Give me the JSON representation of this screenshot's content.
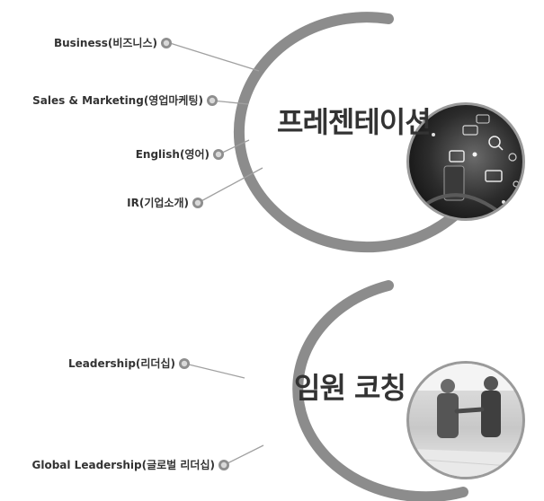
{
  "sections": [
    {
      "title": "프레젠테이션",
      "items": [
        "Business(비즈니스)",
        "Sales & Marketing(영업마케팅)",
        "English(영어)",
        "IR(기업소개)"
      ],
      "photo": "presentation-technology-icons-photo"
    },
    {
      "title": "임원 코칭",
      "items": [
        "Leadership(리더십)",
        "Global Leadership(글로벌 리더십)"
      ],
      "photo": "business-handshake-photo"
    }
  ],
  "colors": {
    "arc": "#8c8c8c",
    "line": "#a0a0a0",
    "text": "#333333",
    "dot_outer": "#8e8e8e",
    "dot_inner": "#d9d9d9"
  }
}
